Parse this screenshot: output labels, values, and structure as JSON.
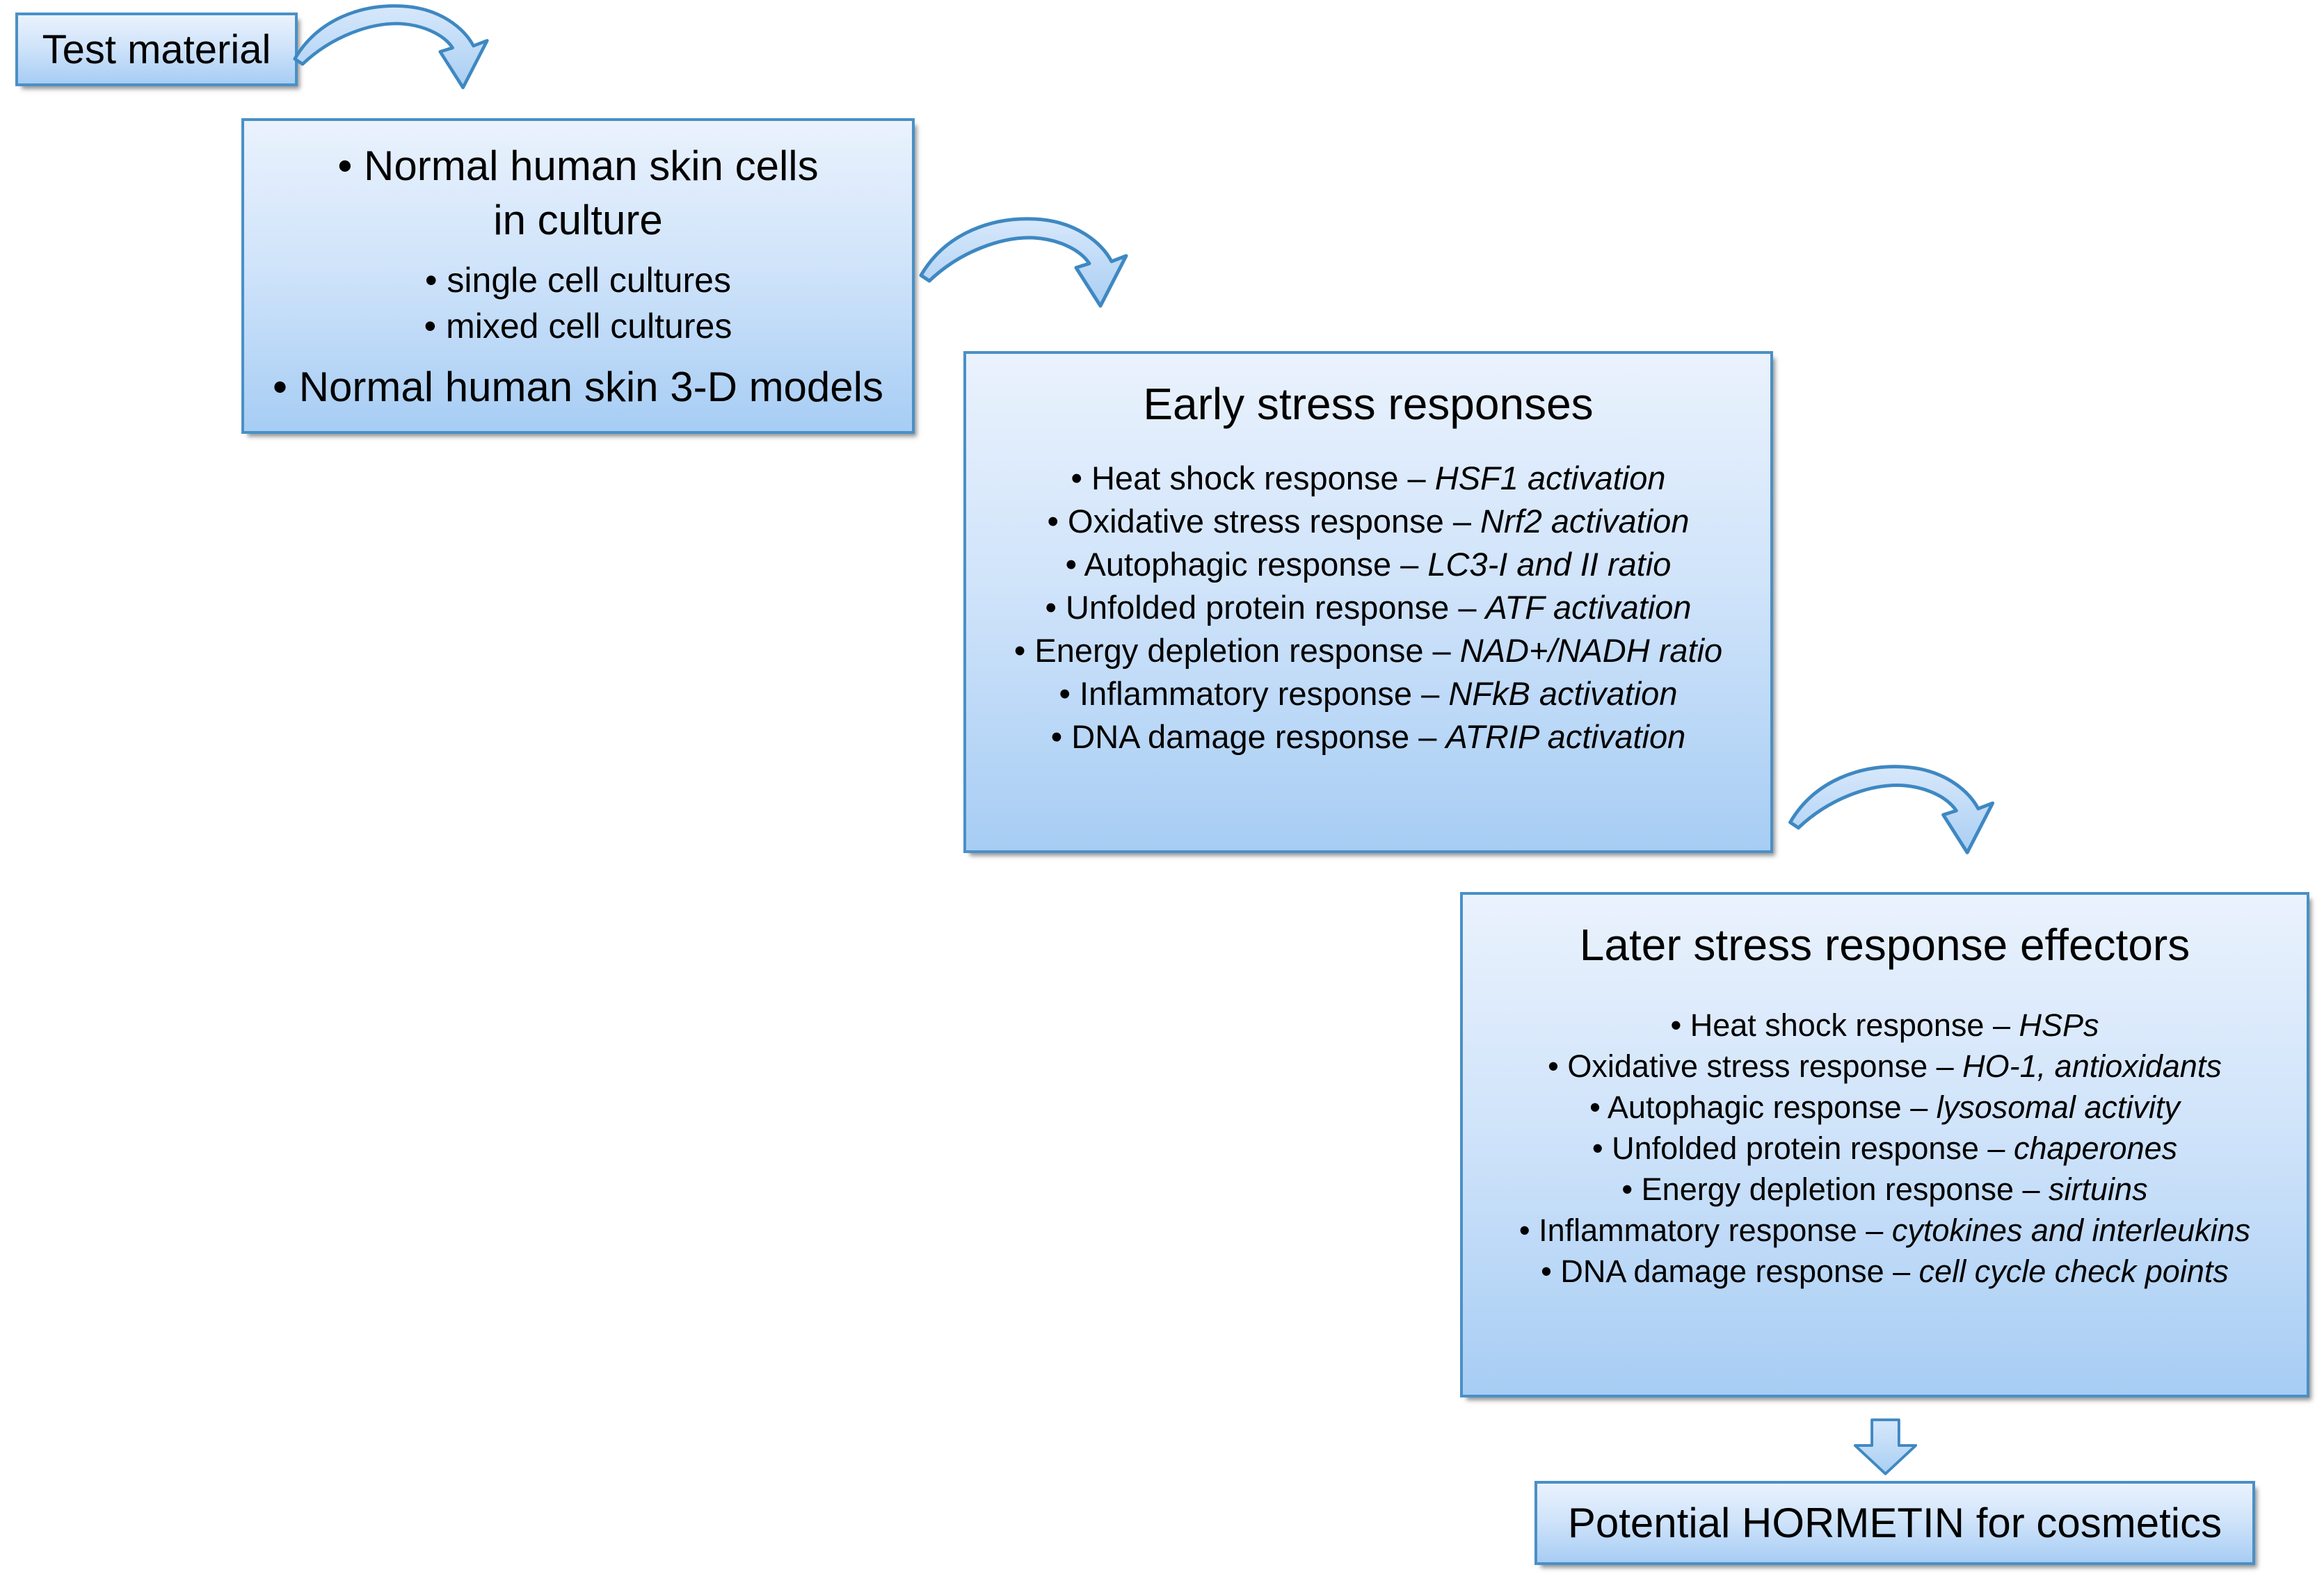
{
  "colors": {
    "box_border": "#4a90c6",
    "box_fill_top": "#eaf2fd",
    "box_fill_mid": "#cfe3fa",
    "box_fill_bottom": "#a7cdf4",
    "arrow_stroke": "#3e88c2",
    "arrow_fill_light": "#d7e8fb",
    "arrow_fill_dark": "#a9cef3",
    "text": "#000000",
    "background": "#ffffff"
  },
  "test_material": {
    "label": "Test material"
  },
  "skin_box": {
    "line1": "• Normal human skin cells",
    "line2": "in culture",
    "sub_bullets": [
      "• single cell cultures",
      "• mixed cell cultures"
    ],
    "line3": "• Normal human skin 3-D models"
  },
  "early_box": {
    "title": "Early stress responses",
    "bullets": [
      {
        "lead": "• Heat shock response – ",
        "detail": "HSF1 activation"
      },
      {
        "lead": "• Oxidative stress response – ",
        "detail": "Nrf2 activation"
      },
      {
        "lead": "• Autophagic response – ",
        "detail": "LC3-I and II ratio"
      },
      {
        "lead": "• Unfolded protein response – ",
        "detail": "ATF activation"
      },
      {
        "lead": "• Energy depletion response – ",
        "detail": "NAD+/NADH ratio"
      },
      {
        "lead": "• Inflammatory response – ",
        "detail": "NFkB activation"
      },
      {
        "lead": "• DNA damage response – ",
        "detail": "ATRIP activation"
      }
    ]
  },
  "later_box": {
    "title": "Later stress response effectors",
    "bullets": [
      {
        "lead": "• Heat shock response – ",
        "detail": "HSPs"
      },
      {
        "lead": "• Oxidative stress response – ",
        "detail": "HO-1, antioxidants"
      },
      {
        "lead": "• Autophagic response – ",
        "detail": "lysosomal activity"
      },
      {
        "lead": "• Unfolded protein response – ",
        "detail": "chaperones"
      },
      {
        "lead": "• Energy depletion response – ",
        "detail": "sirtuins"
      },
      {
        "lead": "• Inflammatory response – ",
        "detail": "cytokines and interleukins"
      },
      {
        "lead": "• DNA damage response – ",
        "detail": "cell cycle check points"
      }
    ]
  },
  "final_box": {
    "label": "Potential HORMETIN for cosmetics"
  }
}
